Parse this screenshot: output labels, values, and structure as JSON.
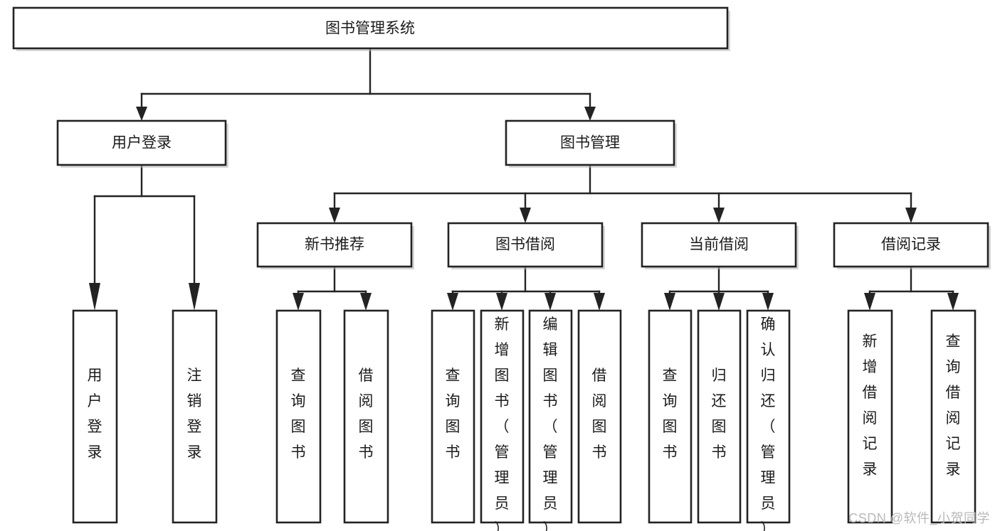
{
  "diagram": {
    "type": "tree",
    "title": "图书管理系统",
    "watermark": "CSDN @软件_小贺同学",
    "colors": {
      "box_stroke": "#232323",
      "box_fill": "#ffffff",
      "text": "#1b1b1b",
      "watermark": "#b9b9b9",
      "background": "#ffffff"
    },
    "root": {
      "label": "图书管理系统"
    },
    "level2": [
      {
        "label": "用户登录"
      },
      {
        "label": "图书管理"
      }
    ],
    "level3": [
      {
        "label": "新书推荐"
      },
      {
        "label": "图书借阅"
      },
      {
        "label": "当前借阅"
      },
      {
        "label": "借阅记录"
      }
    ],
    "leaves": {
      "user_login": [
        {
          "label": "用户登录"
        },
        {
          "label": "注销登录"
        }
      ],
      "new_book_recommend": [
        {
          "label": "查询图书"
        },
        {
          "label": "借阅图书"
        }
      ],
      "book_borrow": [
        {
          "label": "查询图书"
        },
        {
          "label": "新增图书（管理员）"
        },
        {
          "label": "编辑图书（管理员）"
        },
        {
          "label": "借阅图书"
        }
      ],
      "current_borrow": [
        {
          "label": "查询图书"
        },
        {
          "label": "归还图书"
        },
        {
          "label": "确认归还（管理员）"
        }
      ],
      "borrow_record": [
        {
          "label": "新增借阅记录"
        },
        {
          "label": "查询借阅记录"
        }
      ]
    }
  }
}
